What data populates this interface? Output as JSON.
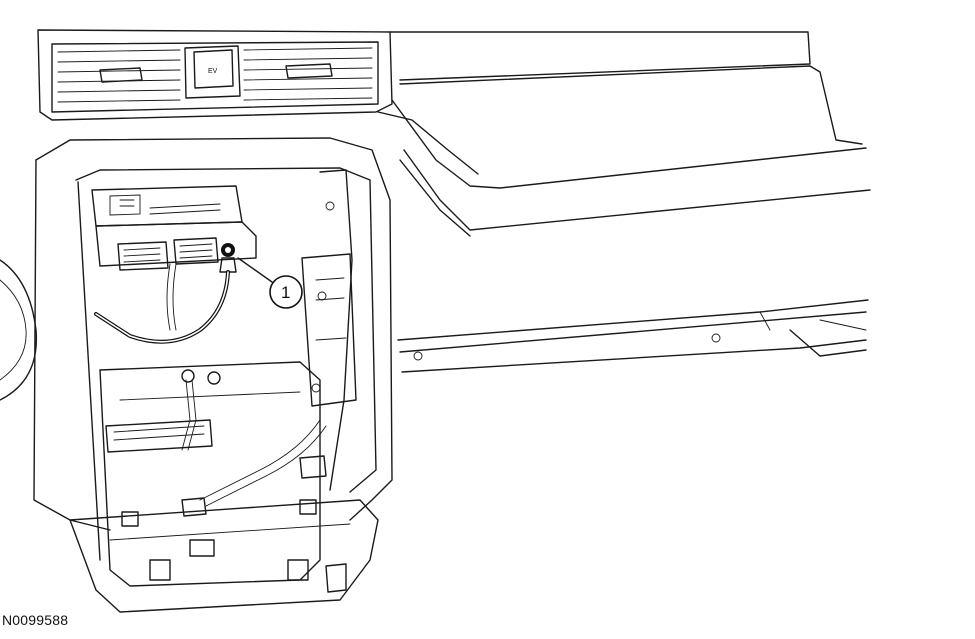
{
  "figure": {
    "id_label": "N0099588"
  },
  "vent": {
    "center_label": "EV"
  },
  "callouts": [
    {
      "number": "1",
      "target": "antenna-cable-connector"
    }
  ]
}
